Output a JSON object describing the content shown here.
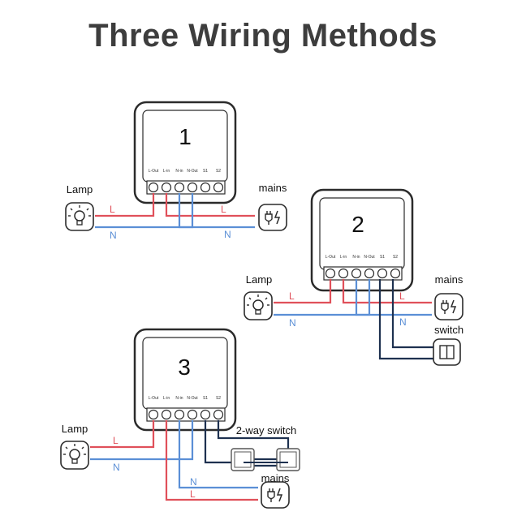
{
  "title": "Three Wiring Methods",
  "colors": {
    "live_wire": "#e0505a",
    "neutral_wire": "#5b8fd6",
    "switch_wire": "#1e3150",
    "outline": "#2b2b2b",
    "title": "#3d3d3d"
  },
  "terminal_labels": [
    "L-Out",
    "L-in",
    "N-in",
    "N-Out",
    "S1",
    "S2"
  ],
  "wire_labels": {
    "live": "L",
    "neutral": "N"
  },
  "methods": [
    {
      "number": "1",
      "lamp_label": "Lamp",
      "mains_label": "mains"
    },
    {
      "number": "2",
      "lamp_label": "Lamp",
      "mains_label": "mains",
      "switch_label": "switch"
    },
    {
      "number": "3",
      "lamp_label": "Lamp",
      "mains_label": "mains",
      "switch_label": "2-way switch"
    }
  ]
}
